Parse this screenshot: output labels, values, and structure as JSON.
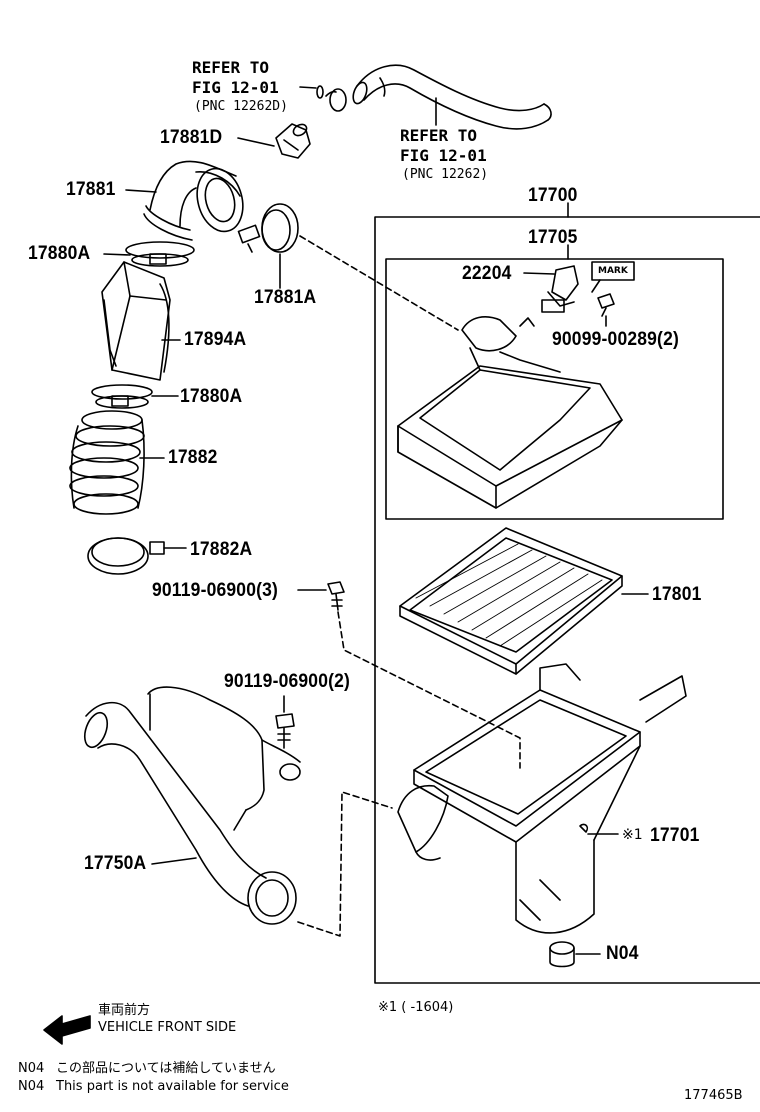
{
  "refer_upper": {
    "line1": "REFER TO",
    "line2": "FIG 12-01",
    "pnc": "(PNC 12262D)"
  },
  "refer_lower": {
    "line1": "REFER TO",
    "line2": "FIG 12-01",
    "pnc": "(PNC 12262)"
  },
  "parts": {
    "p17881D": "17881D",
    "p17881": "17881",
    "p17880A_top": "17880A",
    "p17881A": "17881A",
    "p17894A": "17894A",
    "p17880A_mid": "17880A",
    "p17882": "17882",
    "p17882A": "17882A",
    "p90119_3": "90119-06900(3)",
    "p90119_2": "90119-06900(2)",
    "p17750A": "17750A",
    "p17700": "17700",
    "p17705": "17705",
    "p22204": "22204",
    "p90099": "90099-00289(2)",
    "p17801": "17801",
    "p17701": "17701",
    "p17701_mark": "※1",
    "pN04": "N04"
  },
  "mark_tag": "MARK",
  "note_range": "※1 (     -1604)",
  "direction": {
    "jp": "車両前方",
    "en": "VEHICLE FRONT SIDE"
  },
  "footnotes": [
    {
      "code": "N04",
      "text": "この部品については補給していません"
    },
    {
      "code": "N04",
      "text": "This part is not available for service"
    }
  ],
  "figure_id": "177465B"
}
